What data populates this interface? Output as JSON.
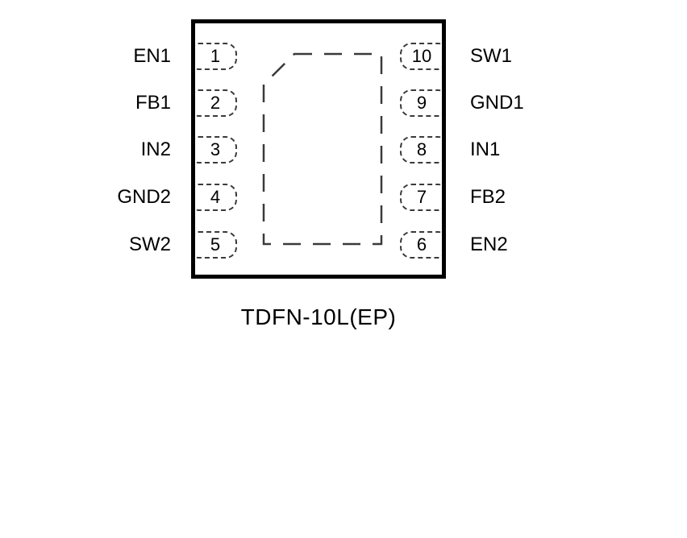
{
  "diagram": {
    "caption": "TDFN-10L(EP)",
    "package_type": "TDFN-10L",
    "exposed_pad": true,
    "pin_count": 10,
    "pins_left": [
      {
        "number": "1",
        "label": "EN1"
      },
      {
        "number": "2",
        "label": "FB1"
      },
      {
        "number": "3",
        "label": "IN2"
      },
      {
        "number": "4",
        "label": "GND2"
      },
      {
        "number": "5",
        "label": "SW2"
      }
    ],
    "pins_right": [
      {
        "number": "10",
        "label": "SW1"
      },
      {
        "number": "9",
        "label": "GND1"
      },
      {
        "number": "8",
        "label": "IN1"
      },
      {
        "number": "7",
        "label": "FB2"
      },
      {
        "number": "6",
        "label": "EN2"
      }
    ],
    "colors": {
      "outline": "#000000",
      "dashed_lines": "#3a3a3a",
      "background": "#ffffff"
    }
  }
}
